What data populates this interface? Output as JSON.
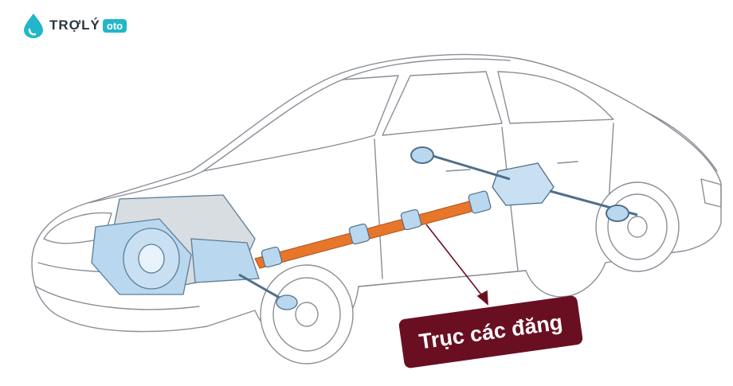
{
  "brand": {
    "name": "TRỢLÝ",
    "badge": "oto",
    "accent_color": "#23b6c8",
    "icon": "droplet-logo-icon"
  },
  "illustration": {
    "callout_label": "Trục các đăng",
    "callout_color": "#6a0f22",
    "shaft_color": "#e8762a",
    "component_color": "#b9d7ee"
  }
}
